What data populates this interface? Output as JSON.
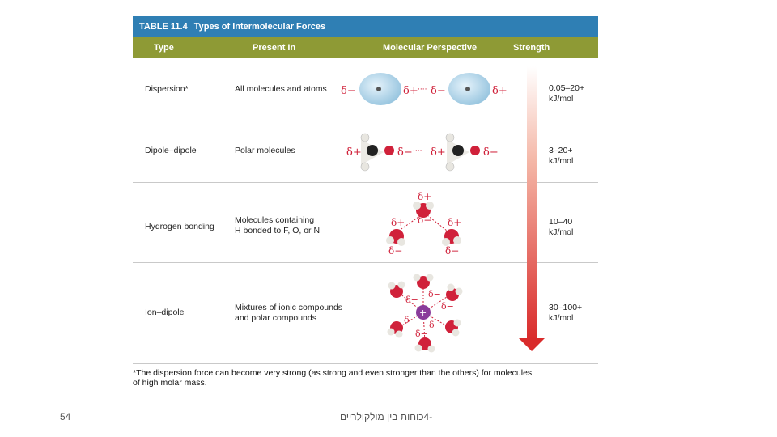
{
  "table": {
    "number": "TABLE 11.4",
    "title": "Types of Intermolecular Forces",
    "headers": [
      "Type",
      "Present In",
      "Molecular Perspective",
      "Strength"
    ],
    "rows": [
      {
        "type": "Dispersion*",
        "present_line1": "All molecules and atoms",
        "present_line2": "",
        "strength_line1": "0.05–20+",
        "strength_line2": "kJ/mol"
      },
      {
        "type": "Dipole–dipole",
        "present_line1": "Polar molecules",
        "present_line2": "",
        "strength_line1": "3–20+",
        "strength_line2": "kJ/mol"
      },
      {
        "type": "Hydrogen bonding",
        "present_line1": "Molecules containing",
        "present_line2": "H bonded to F, O, or N",
        "strength_line1": "10–40",
        "strength_line2": "kJ/mol"
      },
      {
        "type": "Ion–dipole",
        "present_line1": "Mixtures of ionic compounds",
        "present_line2": "and polar compounds",
        "strength_line1": "30–100+",
        "strength_line2": "kJ/mol"
      }
    ],
    "footnote_line1": "*The dispersion force can become very strong (as strong and even stronger than the others) for molecules",
    "footnote_line2": "of high molar mass."
  },
  "labels": {
    "delta_minus": "δ−",
    "delta_plus": "δ+",
    "plus": "+",
    "dots": "····"
  },
  "footer": {
    "page_number": "54",
    "title": "-4כוחות בין מולקולריים"
  },
  "colors": {
    "title_bar": "#2f7fb4",
    "header_bar": "#8e9a35",
    "oxygen": "#d0213a",
    "hydrogen": "#e8e6e0",
    "carbon": "#222222",
    "ion": "#8a3b9a",
    "atom_cloud": "#a9d2e8",
    "arrow": "#d92b2b"
  }
}
